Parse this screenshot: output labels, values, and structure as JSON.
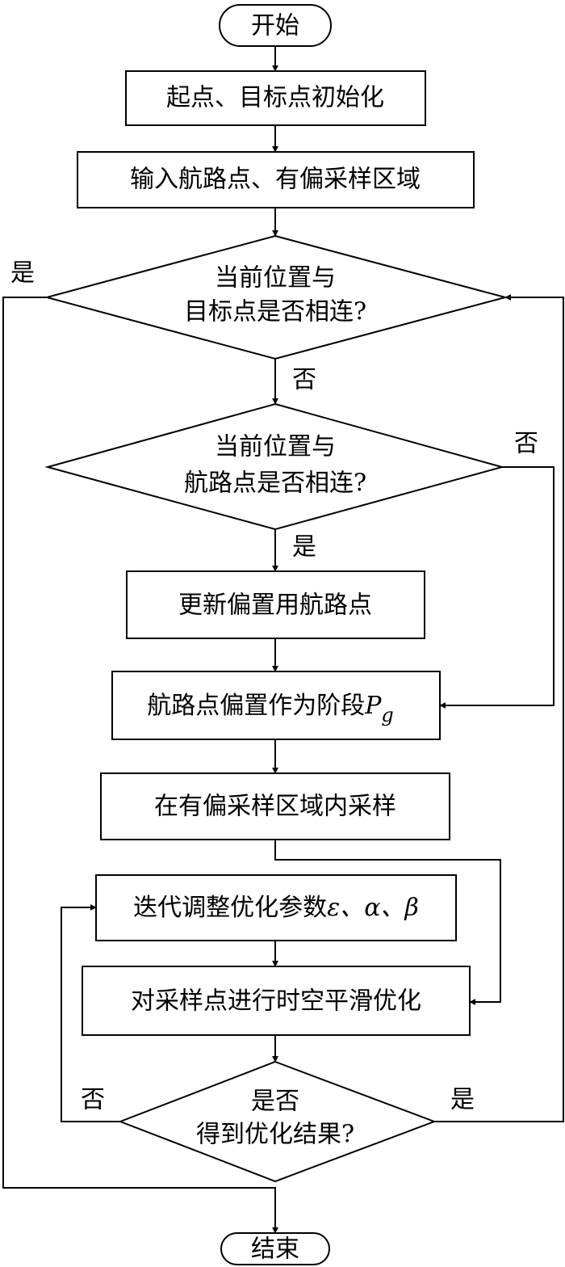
{
  "nodes": {
    "start": "开始",
    "init": "起点、目标点初始化",
    "input": "输入航路点、有偏采样区域",
    "check_goal": {
      "line1": "当前位置与",
      "line2": "目标点是否相连?"
    },
    "check_waypoint": {
      "line1": "当前位置与",
      "line2": "航路点是否相连?"
    },
    "update_bias": "更新偏置用航路点",
    "waypoint_bias": {
      "text": "航路点偏置作为阶段",
      "math": "P",
      "sub": "g"
    },
    "sample": "在有偏采样区域内采样",
    "iterate": {
      "text": "迭代调整优化参数",
      "math": "ε、α、β"
    },
    "smooth": "对采样点进行时空平滑优化",
    "check_result": {
      "line1": "是否",
      "line2": "得到优化结果?"
    },
    "end": "结束"
  },
  "edge_labels": {
    "goal_yes": "是",
    "goal_no": "否",
    "waypoint_no": "否",
    "waypoint_yes": "是",
    "result_no": "否",
    "result_yes": "是"
  }
}
